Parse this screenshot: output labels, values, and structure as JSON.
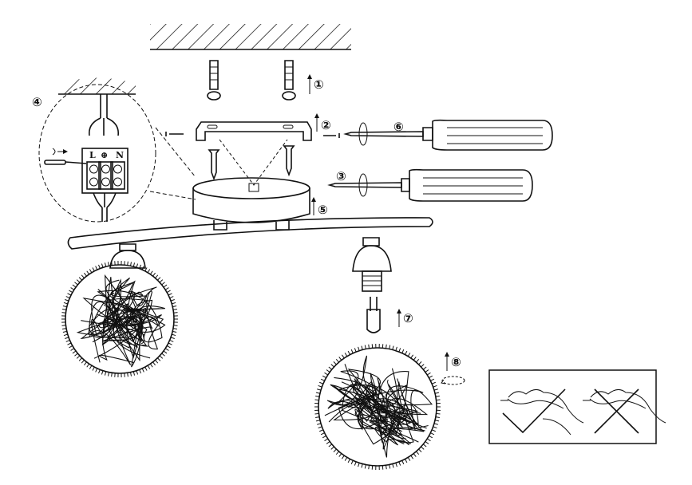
{
  "title": "Ceiling light assembly instructions",
  "steps": {
    "s1": "①",
    "s2": "②",
    "s3": "③",
    "s4": "④",
    "s5": "⑤",
    "s6": "⑥",
    "s7": "⑦",
    "s8": "⑧"
  },
  "terminal": {
    "live": "L",
    "earth": "⊕",
    "neutral": "N"
  },
  "colors": {
    "ink": "#111111",
    "background": "#ffffff"
  }
}
